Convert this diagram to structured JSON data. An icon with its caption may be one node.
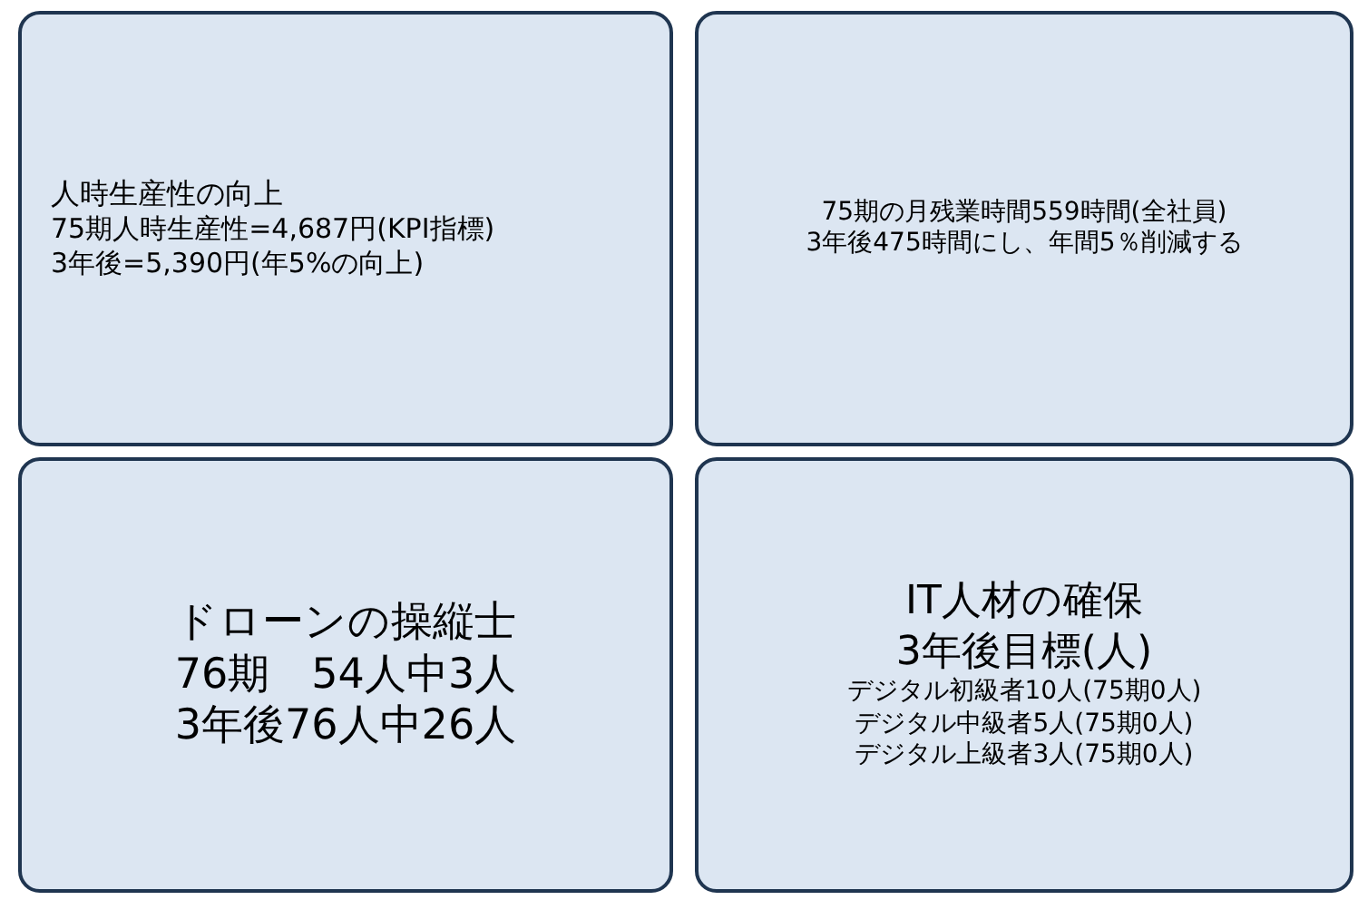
{
  "diagram": {
    "nodes": [
      {
        "text": [
          "人時生産性の向上",
          "75期人時生産性=4,687円(KPI指標)",
          "3年後=5,390円(年5%の向上)"
        ]
      },
      {
        "text": [
          "75期の月残業時間559時間(全社員)",
          "3年後475時間にし、年間5％削減する"
        ]
      },
      {
        "text": [
          "ドローンの操縦士",
          "76期　54人中3人",
          "3年後76人中26人"
        ]
      },
      {
        "text": [
          "IT人材の確保",
          "3年後目標(人)",
          "デジタル初級者10人(75期0人)",
          "デジタル中級者5人(75期0人)",
          "デジタル上級者3人(75期0人)"
        ]
      }
    ]
  }
}
